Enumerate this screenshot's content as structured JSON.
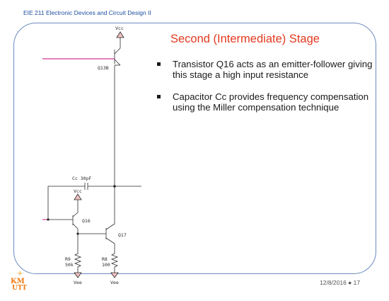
{
  "header": {
    "course": "EIE 211 Electronic Devices and Circuit Design II"
  },
  "slide": {
    "title": "Second (Intermediate) Stage",
    "bullets": [
      "Transistor Q16 acts as an emitter-follower giving this stage a high input resistance",
      "Capacitor Cc provides frequency compensation using the Miller compensation technique"
    ]
  },
  "circuit": {
    "vcc_top": "Vcc",
    "vcc_mid": "Vcc",
    "q13b": "Q13B",
    "cap": "Cc  30pF",
    "q16": "Q16",
    "q17": "Q17",
    "r9_name": "R9",
    "r9_value": "50k",
    "r8_name": "R8",
    "r8_value": "100",
    "vee_left": "Vee",
    "vee_right": "Vee"
  },
  "footer": {
    "date_page": "12/8/2016 ● 17"
  },
  "logo": {
    "text": "KMUTT"
  },
  "colors": {
    "accent_title": "#e23a1f",
    "frame": "#6d8cc0",
    "header_text": "#1f4fa0",
    "wire_pink": "#c5007a"
  }
}
